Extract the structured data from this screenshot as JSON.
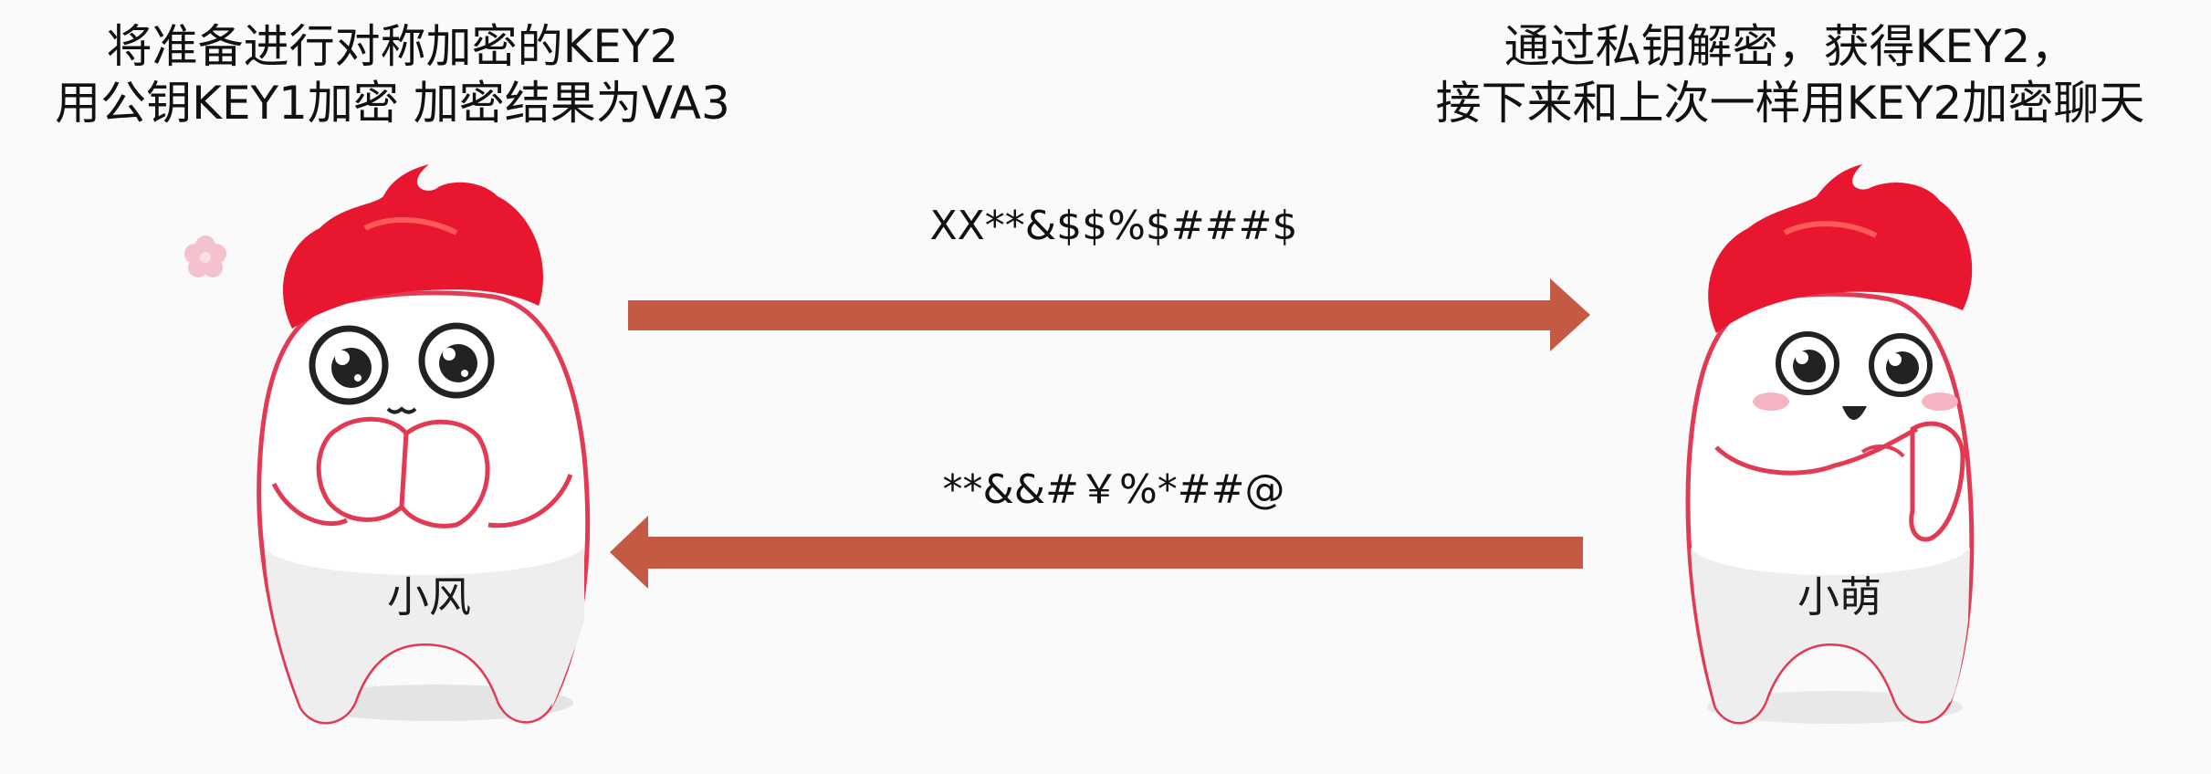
{
  "captions": {
    "left_line1": "将准备进行对称加密的KEY2",
    "left_line2": "用公钥KEY1加密 加密结果为VA3",
    "right_line1": "通过私钥解密，获得KEY2，",
    "right_line2": "接下来和上次一样用KEY2加密聊天"
  },
  "messages": {
    "top_cipher": "XX**&$$%$###$",
    "bottom_cipher": "**&&#￥%*##@"
  },
  "characters": {
    "left_name": "小风",
    "right_name": "小萌"
  },
  "colors": {
    "arrow": "#c45a43",
    "flame": "#e8162e",
    "outline": "#e23a52",
    "cheek": "#f6b3c0"
  }
}
